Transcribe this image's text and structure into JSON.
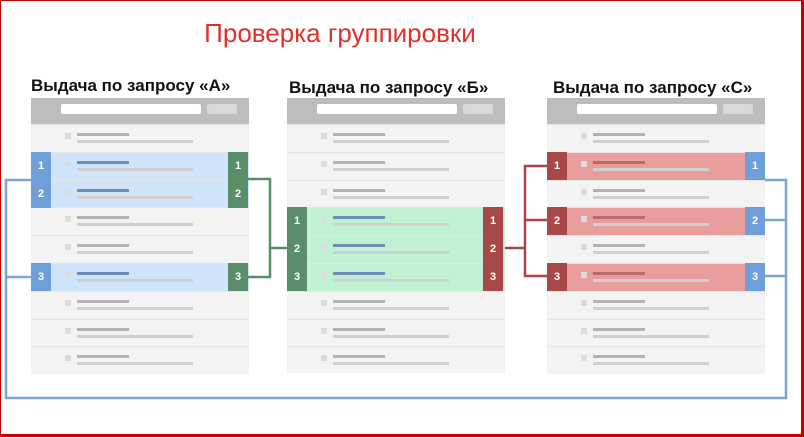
{
  "title": "Проверка группировки",
  "columns": [
    {
      "title": "Выдача по запросу «А»"
    },
    {
      "title": "Выдача по запросу «Б»"
    },
    {
      "title": "Выдача по запросу «С»"
    }
  ],
  "tags": {
    "one": "1",
    "two": "2",
    "three": "3"
  },
  "colors": {
    "blue": "#6e9fd8",
    "green": "#5a8d6a",
    "red": "#a94848",
    "title_red": "#e0302b",
    "frame": "#c00000"
  }
}
